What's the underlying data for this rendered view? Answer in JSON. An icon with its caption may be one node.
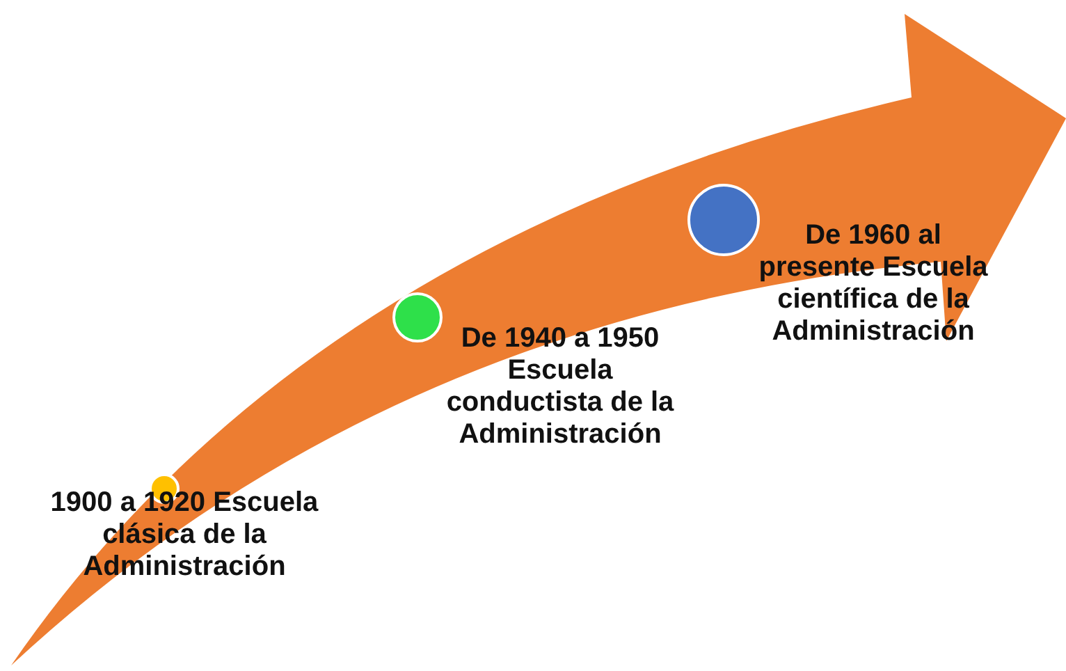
{
  "diagram": {
    "nodes": [
      {
        "text": [],
        "shape": "circle",
        "beside": [
          "1900 a 1920 Escuela clásica de la Administración"
        ]
      },
      {
        "text": [],
        "shape": "circle",
        "beside": [
          "De 1940 a 1950 Escuela conductista de la Administración"
        ]
      },
      {
        "text": [],
        "shape": "circle",
        "beside": [
          "De 1960 al presente Escuela científica de la Administración"
        ]
      }
    ]
  }
}
